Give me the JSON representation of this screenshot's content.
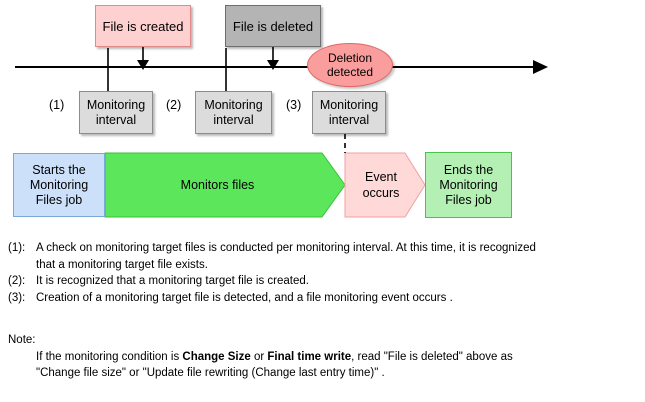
{
  "diagram": {
    "timeline": {
      "name": "time-axis",
      "direction": "left-to-right"
    },
    "events": [
      {
        "id": "file-created",
        "label": "File is created",
        "color": "#ffd0d0"
      },
      {
        "id": "file-deleted",
        "label": "File is  deleted",
        "color": "#b4b4b4"
      }
    ],
    "detection": {
      "line1": "Deletion",
      "line2": "detected",
      "color": "#fa9d9d"
    },
    "intervals": [
      {
        "marker": "(1)",
        "line1": "Monitoring",
        "line2": "interval"
      },
      {
        "marker": "(2)",
        "line1": "Monitoring",
        "line2": "interval"
      },
      {
        "marker": "(3)",
        "line1": "Monitoring",
        "line2": "interval"
      }
    ],
    "flow": {
      "start": {
        "line1": "Starts the",
        "line2": "Monitoring",
        "line3": "Files job",
        "color": "#cce0fa"
      },
      "monitor": {
        "label": "Monitors files",
        "color": "#5ce65c"
      },
      "event": {
        "line1": "Event",
        "line2": "occurs",
        "color": "#ffd8d8"
      },
      "end": {
        "line1": "Ends the",
        "line2": "Monitoring",
        "line3": "Files job",
        "color": "#b4f0b4"
      }
    }
  },
  "notes": [
    {
      "marker": "(1):",
      "text": "A check on monitoring target files is conducted per monitoring interval. At this time, it is recognized",
      "cont": "that a monitoring target file exists."
    },
    {
      "marker": "(2):",
      "text": "It is recognized that a monitoring target file is created.",
      "cont": ""
    },
    {
      "marker": "(3):",
      "text": "Creation of a monitoring target file is detected, and a file monitoring event occurs .",
      "cont": ""
    }
  ],
  "note_block": {
    "heading": "Note:",
    "line1_part1": "If the monitoring condition is ",
    "line1_bold1": "Change Size",
    "line1_part2": " or ",
    "line1_bold2": "Final time write",
    "line1_part3": ", read \"File is deleted\" above as",
    "line2": "\"Change file size\" or \"Update file rewriting (Change last entry time)\" ."
  }
}
